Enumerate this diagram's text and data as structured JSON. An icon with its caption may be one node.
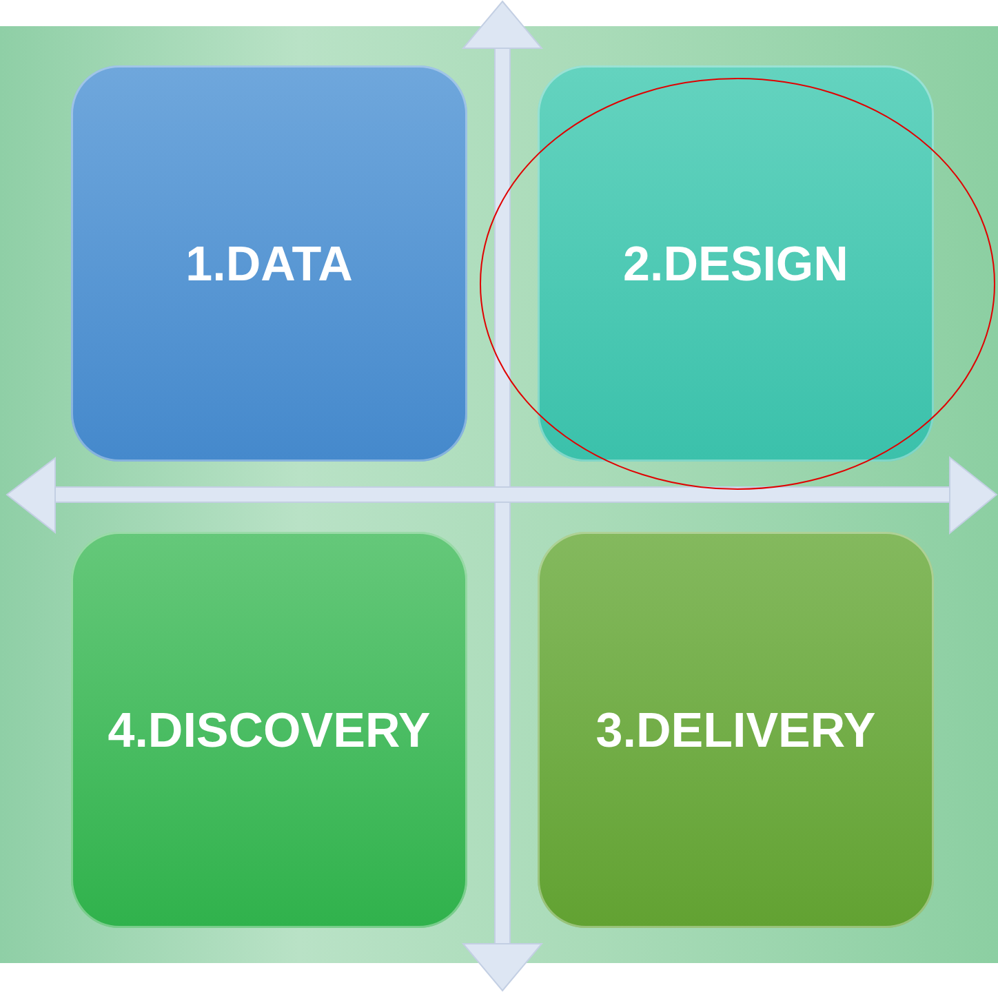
{
  "diagram": {
    "nodes": [
      {
        "text": [
          "1.DATA"
        ]
      },
      {
        "text": [
          "2.DESIGN"
        ]
      },
      {
        "text": [
          "4.DISCOVERY"
        ]
      },
      {
        "text": [
          "3.DELIVERY"
        ]
      }
    ]
  }
}
